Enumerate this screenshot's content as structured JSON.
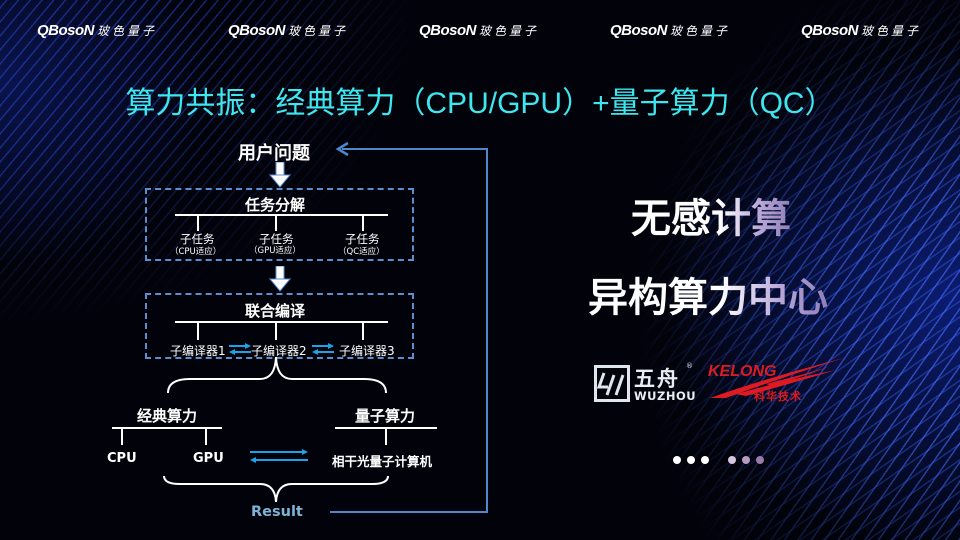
{
  "header": {
    "logos": [
      {
        "mark": "QBosoN",
        "cn": "玻色量子"
      },
      {
        "mark": "QBosoN",
        "cn": "玻色量子"
      },
      {
        "mark": "QBosoN",
        "cn": "玻色量子"
      },
      {
        "mark": "QBosoN",
        "cn": "玻色量子"
      },
      {
        "mark": "QBosoN",
        "cn": "玻色量子"
      }
    ]
  },
  "title": "算力共振：经典算力（CPU/GPU）+量子算力（QC）",
  "diagram": {
    "user_problem": "用户问题",
    "task_box": {
      "title": "任务分解",
      "subtasks": [
        {
          "label": "子任务",
          "note": "（CPU适应）"
        },
        {
          "label": "子任务",
          "note": "（GPU适应）"
        },
        {
          "label": "子任务",
          "note": "（QC适应）"
        }
      ]
    },
    "compile_box": {
      "title": "联合编译",
      "compilers": [
        "子编译器1",
        "子编译器2",
        "子编译器3"
      ]
    },
    "classical": {
      "title": "经典算力",
      "items": [
        "CPU",
        "GPU"
      ]
    },
    "quantum": {
      "title": "量子算力",
      "items": [
        "相干光量子计算机"
      ]
    },
    "result": "Result",
    "colors": {
      "dash": "#5b8fd0",
      "exchange_arrow": "#1aa3e8",
      "feedback": "#4f86cc",
      "result_text": "#7fb3d5"
    }
  },
  "right_panel": {
    "headline1": "无感计算",
    "headline2": "异构算力中心",
    "partners": {
      "wuzhou": {
        "cn": "五舟",
        "en": "WUZHOU",
        "reg": "®"
      },
      "kelong": {
        "en": "KELONG",
        "cn": "科华技术"
      }
    },
    "carousel": {
      "total": 6,
      "active_color": "#ffffff",
      "inactive_color": "#b89ac2"
    }
  }
}
